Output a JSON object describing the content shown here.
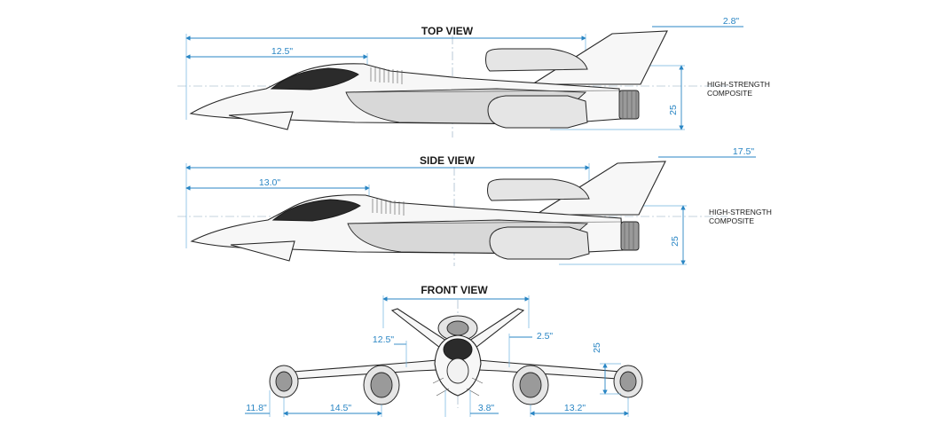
{
  "views": {
    "top": {
      "title": "TOP VIEW",
      "dims": {
        "length": "12.5\"",
        "tail": "2.8\"",
        "height": "25"
      },
      "note_line1": "HIGH-STRENGTH",
      "note_line2": "COMPOSITE"
    },
    "side": {
      "title": "SIDE VIEW",
      "dims": {
        "length": "13.0\"",
        "tail": "17.5\"",
        "height": "25"
      },
      "note_line1": "HIGH-STRENGTH",
      "note_line2": "COMPOSITE"
    },
    "front": {
      "title": "FRONT VIEW",
      "dims": {
        "inner_left": "12.5\"",
        "inner_right": "2.5\"",
        "height": "25",
        "tip_left": "11.8\"",
        "span_left": "14.5\"",
        "center": "3.8\"",
        "span_right": "13.2\""
      }
    }
  },
  "colors": {
    "dimension": "#2a86c4",
    "outline": "#262626",
    "shade": "#d8d8d8"
  }
}
